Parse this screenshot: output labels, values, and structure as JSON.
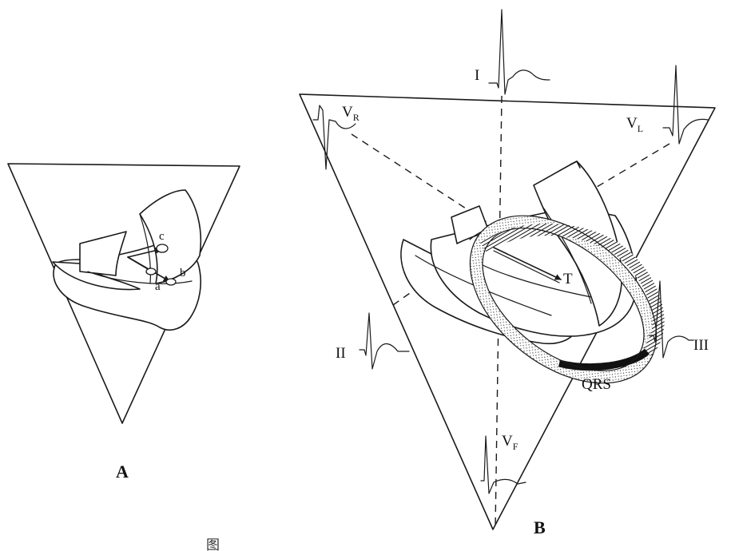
{
  "panel_a": {
    "label": "A",
    "points": {
      "a": "a",
      "b": "b",
      "c": "c"
    }
  },
  "panel_b": {
    "label": "B",
    "leads": {
      "I": "I",
      "II": "II",
      "III": "III",
      "VR_main": "V",
      "VR_sub": "R",
      "VL_main": "V",
      "VL_sub": "L",
      "VF_main": "V",
      "VF_sub": "F"
    },
    "loops": {
      "qrs": "QRS",
      "t": "T"
    }
  },
  "caption": {
    "prefix": "图"
  },
  "colors": {
    "ink": "#1a1a1a",
    "loop_dark": "#111111",
    "loop_stipple": "#555555"
  }
}
